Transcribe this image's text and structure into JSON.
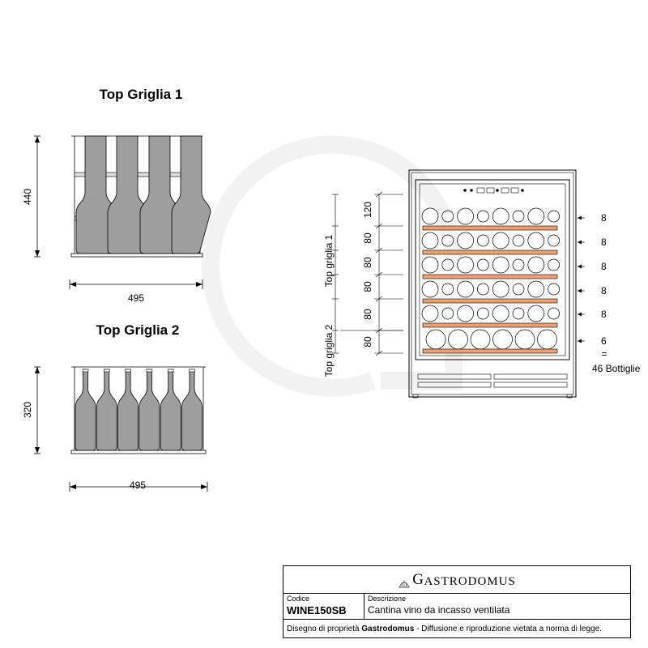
{
  "layout1": {
    "title": "Top Griglia 1",
    "height_dim": "440",
    "width_dim": "495"
  },
  "layout2": {
    "title": "Top Griglia 2",
    "height_dim": "320",
    "width_dim": "495"
  },
  "cabinet": {
    "side_dims": [
      "120",
      "80",
      "80",
      "80",
      "80",
      "80"
    ],
    "zone1_label": "Top griglia 1",
    "zone2_label": "Top griglia 2",
    "shelf_counts": [
      "8",
      "8",
      "8",
      "8",
      "8",
      "6"
    ],
    "equals_sign": "=",
    "total": "46 Bottiglie"
  },
  "title_block": {
    "brand_first": "G",
    "brand_rest": "ASTRODOMUS",
    "code_label": "Codice",
    "code_value": "WINE150SB",
    "desc_label": "Descrizione",
    "desc_value": "Cantina vino da incasso ventilata",
    "footer_prefix": "Disegno di proprietà ",
    "footer_brand": "Gastrodomus",
    "footer_suffix": " - Diffusione e riproduzione vietata a norma di legge."
  },
  "colors": {
    "shelf": "#f0a070",
    "bottle_fill": "#9e9e9e",
    "watermark": "#f3f3f3"
  }
}
